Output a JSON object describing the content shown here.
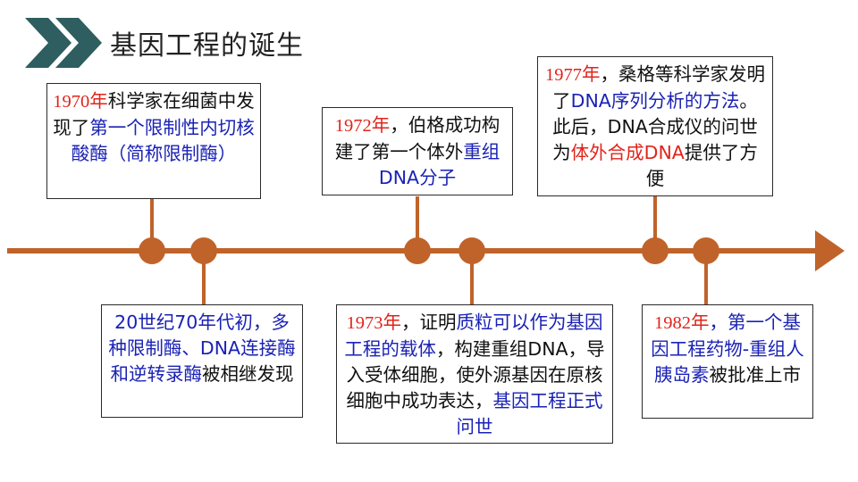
{
  "slide": {
    "title": "基因工程的诞生",
    "colors": {
      "timeline": "#c0632a",
      "chevron": "#2e5e5f",
      "red_text": "#e0241b",
      "blue_text": "#1a22b4",
      "box_border": "#2a2a2a"
    },
    "icons": [
      "chevron-double-right-icon",
      "arrow-head-icon"
    ]
  },
  "events": {
    "e1970": {
      "year": "1970年",
      "text_a": "科学家在细菌中发现了",
      "highlight": "第一个限制性内切核酸酶（简称限制酶）"
    },
    "e1970s": {
      "highlight": "20世纪70年代初，多种限制酶、DNA连接酶和逆转录酶",
      "text_b": "被相继发现"
    },
    "e1972": {
      "year": "1972年",
      "text_a": "，伯格成功构建了第一个体外",
      "highlight": "重组DNA分子"
    },
    "e1973": {
      "year": "1973年",
      "text_a": "，证明",
      "highlight": "质粒可以作为基因工程的载体",
      "text_b": "，构建重组DNA，导入受体细胞，使外源基因在原核细胞中成功表达，",
      "highlight2": "基因工程正式问世"
    },
    "e1977": {
      "year": "1977年",
      "text_a": "，桑格等科学家发明了",
      "highlight": "DNA序列分析的方法",
      "text_b": "。此后，DNA合成仪的问世为",
      "highlight2": "体外合成DNA",
      "text_c": "提供了方便"
    },
    "e1982": {
      "year": "1982年",
      "highlight": "，第一个基因工程药物-重组人胰岛素",
      "text_b": "被批准上市"
    }
  }
}
